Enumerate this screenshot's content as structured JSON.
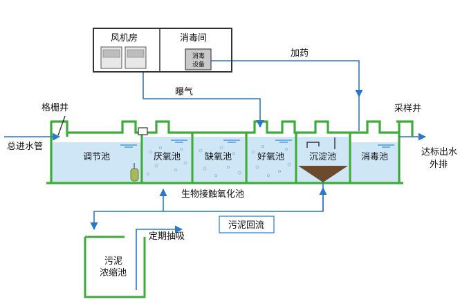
{
  "colors": {
    "wall": "#3dab3a",
    "water": "#cfe6f7",
    "water_line": "#2a8ed6",
    "pipe": "#2a78c8",
    "sludge": "#6b4a2e",
    "equip_border": "#333333"
  },
  "equipment": {
    "blower_room": "风机房",
    "disinfect_room": "消毒间",
    "disinfect_device": [
      "消毒",
      "设备"
    ]
  },
  "labels": {
    "dosing": "加药",
    "aeration": "曝气",
    "grille_well": "格栅井",
    "sampling_well": "采样井",
    "inlet": "总进水管",
    "outlet": [
      "达标出水",
      "外排"
    ],
    "bio_contact": "生物接触氧化池",
    "sludge_return": "污泥回流",
    "periodic_suction": "定期抽吸",
    "sludge_tank": [
      "污泥",
      "浓缩池"
    ]
  },
  "tanks": [
    {
      "name": "调节池"
    },
    {
      "name": "厌氧池"
    },
    {
      "name": "缺氧池"
    },
    {
      "name": "好氧池"
    },
    {
      "name": "沉淀池"
    },
    {
      "name": "消毒池"
    }
  ]
}
